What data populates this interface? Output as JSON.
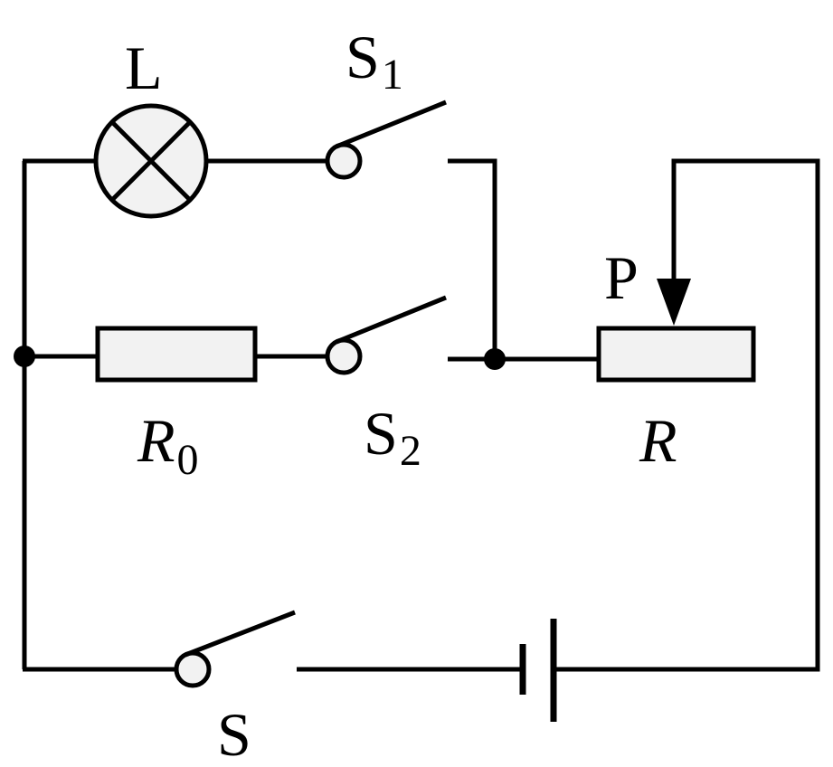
{
  "labels": {
    "lamp": "L",
    "switch1": "S",
    "switch1_sub": "1",
    "switch2": "S",
    "switch2_sub": "2",
    "main_switch": "S",
    "resistor_r0": "R",
    "resistor_r0_sub": "0",
    "rheostat": "R",
    "slider": "P"
  },
  "colors": {
    "wire": "#000000",
    "component_fill": "#f2f2f2",
    "background": "#ffffff"
  }
}
